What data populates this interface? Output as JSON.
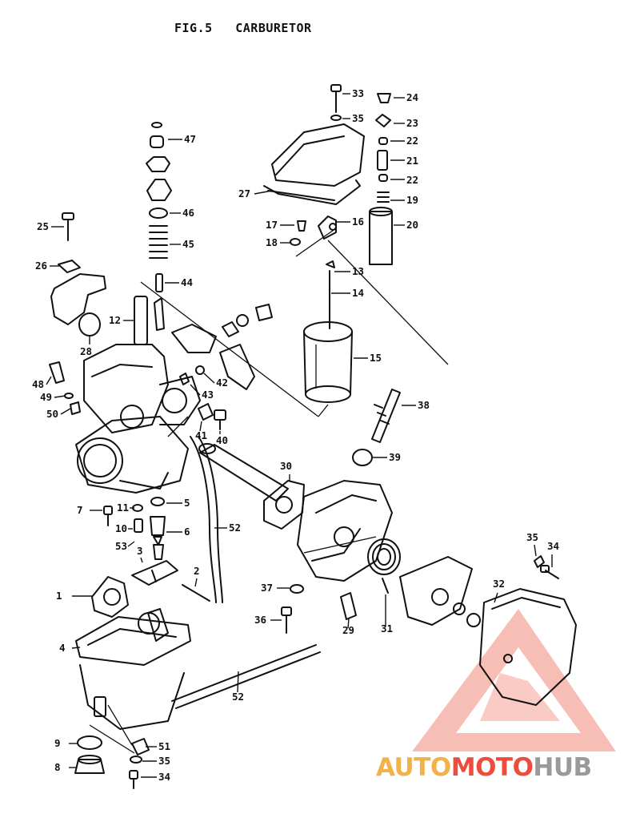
{
  "title": {
    "fig": "FIG.5",
    "name": "CARBURETOR"
  },
  "watermark": {
    "part1": "AUTO",
    "part2": "MOTO",
    "part3": "HUB",
    "color1": "#f2b24a",
    "color2": "#ee4d3e",
    "color3": "#9a9a9a"
  },
  "parts": [
    {
      "number": "33"
    },
    {
      "number": "24"
    },
    {
      "number": "35"
    },
    {
      "number": "23"
    },
    {
      "number": "47"
    },
    {
      "number": "22"
    },
    {
      "number": "21"
    },
    {
      "number": "22"
    },
    {
      "number": "27"
    },
    {
      "number": "19"
    },
    {
      "number": "46"
    },
    {
      "number": "17"
    },
    {
      "number": "16"
    },
    {
      "number": "20"
    },
    {
      "number": "25"
    },
    {
      "number": "45"
    },
    {
      "number": "18"
    },
    {
      "number": "26"
    },
    {
      "number": "13"
    },
    {
      "number": "44"
    },
    {
      "number": "14"
    },
    {
      "number": "12"
    },
    {
      "number": "28"
    },
    {
      "number": "15"
    },
    {
      "number": "42"
    },
    {
      "number": "48"
    },
    {
      "number": "43"
    },
    {
      "number": "49"
    },
    {
      "number": "38"
    },
    {
      "number": "50"
    },
    {
      "number": "41"
    },
    {
      "number": "40"
    },
    {
      "number": "39"
    },
    {
      "number": "30"
    },
    {
      "number": "5"
    },
    {
      "number": "7"
    },
    {
      "number": "11"
    },
    {
      "number": "52"
    },
    {
      "number": "10"
    },
    {
      "number": "6"
    },
    {
      "number": "53"
    },
    {
      "number": "3"
    },
    {
      "number": "35"
    },
    {
      "number": "34"
    },
    {
      "number": "2"
    },
    {
      "number": "32"
    },
    {
      "number": "1"
    },
    {
      "number": "37"
    },
    {
      "number": "36"
    },
    {
      "number": "29"
    },
    {
      "number": "31"
    },
    {
      "number": "4"
    },
    {
      "number": "52"
    },
    {
      "number": "9"
    },
    {
      "number": "51"
    },
    {
      "number": "35"
    },
    {
      "number": "8"
    },
    {
      "number": "34"
    }
  ]
}
